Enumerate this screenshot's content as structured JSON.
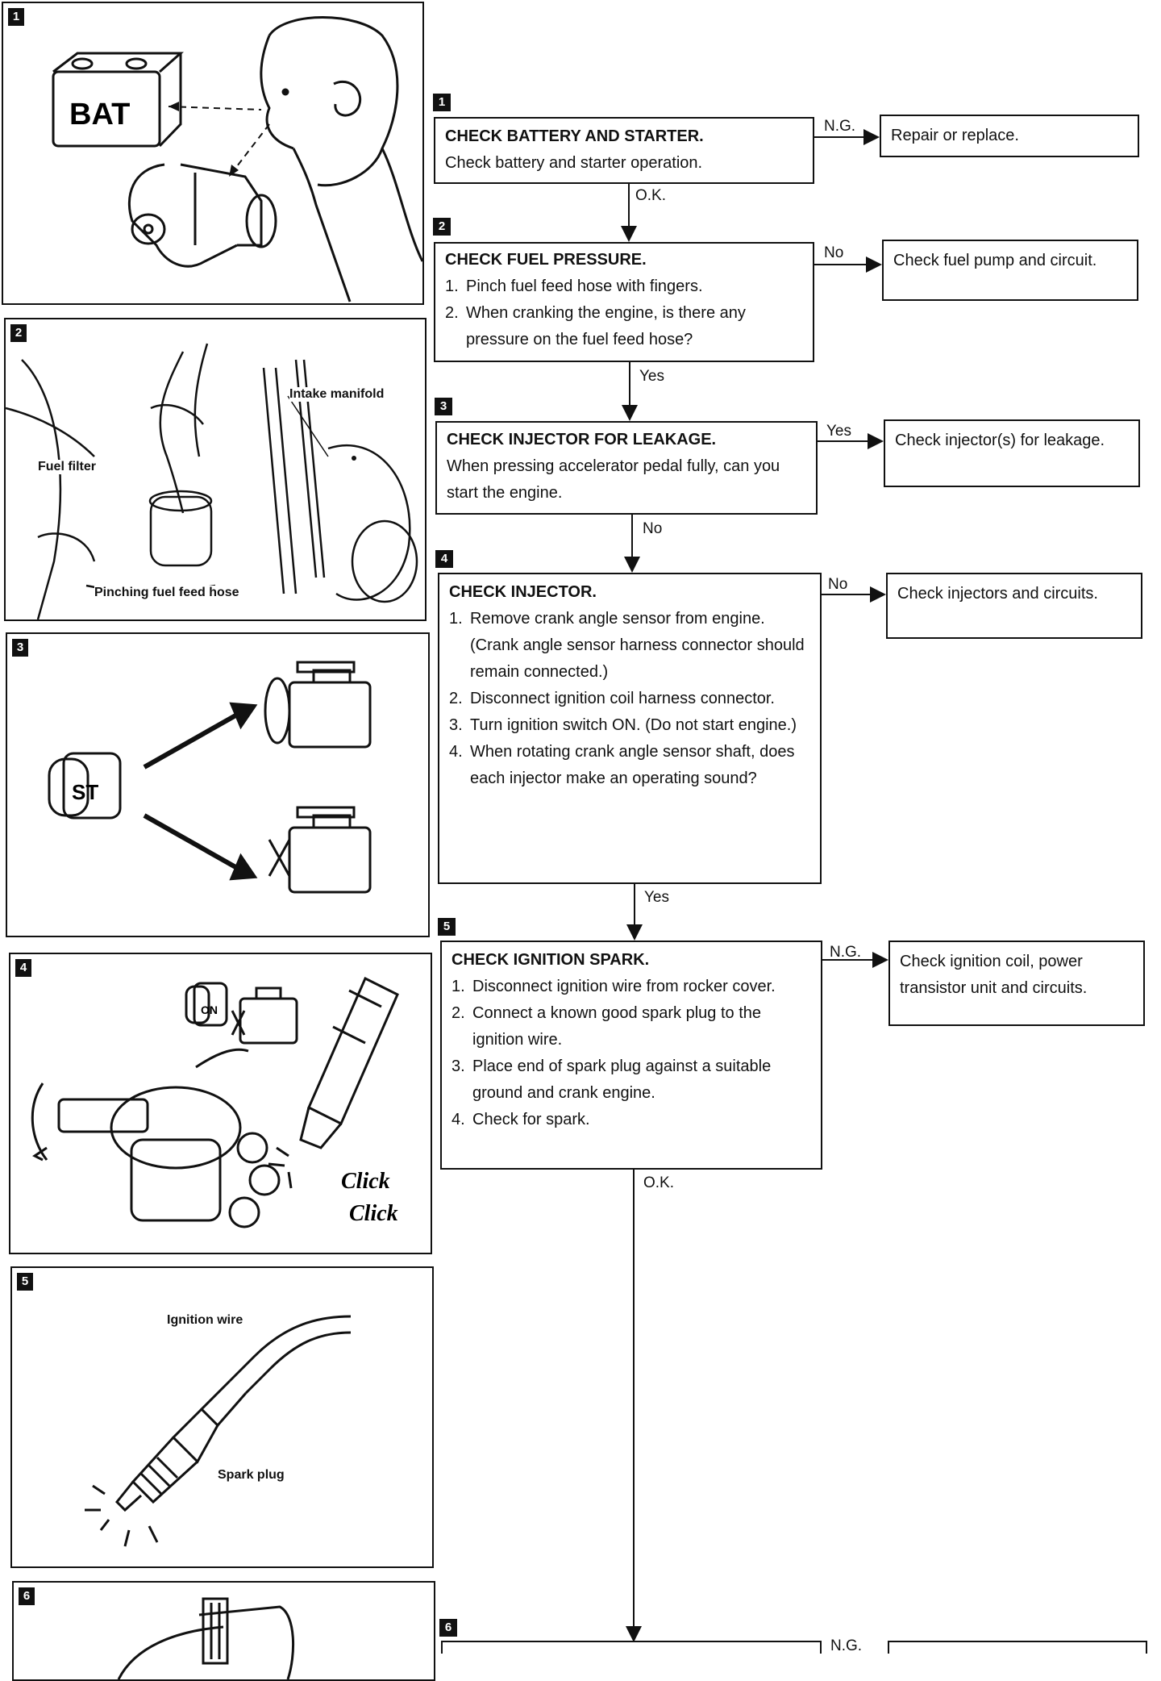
{
  "panels": [
    {
      "number": "1"
    },
    {
      "number": "2",
      "labels": {
        "intake": "Intake manifold",
        "filter": "Fuel filter",
        "pinch": "Pinching fuel feed hose"
      }
    },
    {
      "number": "3",
      "key_text": "ST"
    },
    {
      "number": "4",
      "key_text": "ON",
      "sound1": "Click",
      "sound2": "Click"
    },
    {
      "number": "5",
      "labels": {
        "wire": "Ignition wire",
        "plug": "Spark plug"
      }
    },
    {
      "number": "6"
    }
  ],
  "panel1_battery_text": "BAT",
  "steps": [
    {
      "number": "1",
      "title": "CHECK BATTERY AND STARTER.",
      "body": "Check battery and starter operation.",
      "result_label": "N.G.",
      "result_text": "Repair or replace.",
      "next_label": "O.K."
    },
    {
      "number": "2",
      "title": "CHECK FUEL PRESSURE.",
      "items": [
        {
          "n": "1.",
          "t": "Pinch fuel feed hose with fingers."
        },
        {
          "n": "2.",
          "t": "When cranking the engine, is there any pressure on the fuel feed hose?"
        }
      ],
      "result_label": "No",
      "result_text": "Check fuel pump and circuit.",
      "next_label": "Yes"
    },
    {
      "number": "3",
      "title": "CHECK INJECTOR FOR LEAKAGE.",
      "body": "When pressing accelerator pedal fully, can you start the engine.",
      "result_label": "Yes",
      "result_text": "Check injector(s) for leakage.",
      "next_label": "No"
    },
    {
      "number": "4",
      "title": "CHECK INJECTOR.",
      "items": [
        {
          "n": "1.",
          "t": "Remove crank angle sensor from engine. (Crank angle sensor harness connector should remain connected.)"
        },
        {
          "n": "2.",
          "t": "Disconnect ignition coil harness connector."
        },
        {
          "n": "3.",
          "t": "Turn ignition switch ON. (Do not start engine.)"
        },
        {
          "n": "4.",
          "t": "When rotating crank angle sensor shaft, does each injector make an operating sound?"
        }
      ],
      "result_label": "No",
      "result_text": "Check injectors and circuits.",
      "next_label": "Yes"
    },
    {
      "number": "5",
      "title": "CHECK IGNITION SPARK.",
      "items": [
        {
          "n": "1.",
          "t": "Disconnect ignition wire from rocker cover."
        },
        {
          "n": "2.",
          "t": "Connect a known good spark plug to the ignition wire."
        },
        {
          "n": "3.",
          "t": "Place end of spark plug against a suitable ground and crank engine."
        },
        {
          "n": "4.",
          "t": "Check for spark."
        }
      ],
      "result_label": "N.G.",
      "result_text": "Check ignition coil, power transistor unit and circuits.",
      "next_label": "O.K."
    },
    {
      "number": "6",
      "result_label": "N.G."
    }
  ]
}
